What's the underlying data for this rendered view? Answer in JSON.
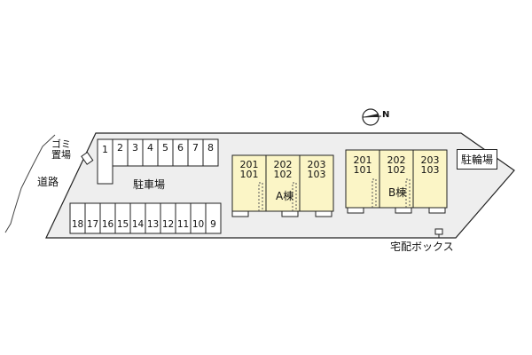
{
  "labels": {
    "garbage_top": "ゴミ",
    "garbage_bottom": "置場",
    "road": "道路",
    "parking": "駐車場",
    "bike_parking": "駐輪場",
    "delivery_box": "宅配ボックス",
    "north": "N"
  },
  "parking_top": [
    "1",
    "2",
    "3",
    "4",
    "5",
    "6",
    "7",
    "8"
  ],
  "parking_bottom": [
    "18",
    "17",
    "16",
    "15",
    "14",
    "13",
    "12",
    "11",
    "10",
    "9"
  ],
  "building_a": {
    "label": "A棟",
    "units": [
      {
        "upper": "201",
        "lower": "101"
      },
      {
        "upper": "202",
        "lower": "102"
      },
      {
        "upper": "203",
        "lower": "103"
      }
    ]
  },
  "building_b": {
    "label": "B棟",
    "units": [
      {
        "upper": "201",
        "lower": "101"
      },
      {
        "upper": "202",
        "lower": "102"
      },
      {
        "upper": "203",
        "lower": "103"
      }
    ]
  },
  "colors": {
    "lot": "#eeeeee",
    "building": "#fbf5c6",
    "outline": "#222222"
  }
}
